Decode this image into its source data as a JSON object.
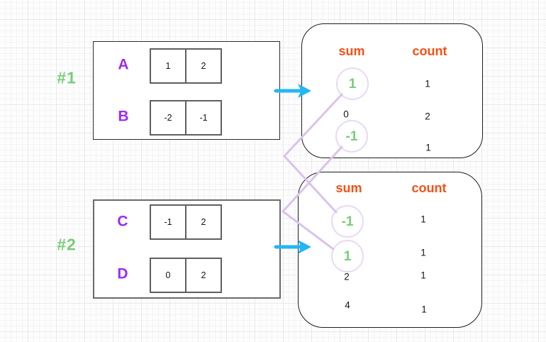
{
  "colors": {
    "green": "#76ce76",
    "purple": "#9c2bf2",
    "orange": "#fa4f15",
    "cyan": "#24b6f2",
    "lavender": "#d9c3ec",
    "circle": "#e8d9f5",
    "ink": "#141414"
  },
  "icons": {
    "arrow_right": "arrow-right"
  },
  "examples": [
    {
      "label": "#1",
      "arrays": [
        {
          "name": "A",
          "cells": [
            "1",
            "2"
          ]
        },
        {
          "name": "B",
          "cells": [
            "-2",
            "-1"
          ]
        }
      ],
      "result": {
        "headers": {
          "sum": "sum",
          "count": "count"
        },
        "rows": [
          {
            "sum": "1",
            "count": "1",
            "highlighted": true
          },
          {
            "sum": "0",
            "count": "2",
            "highlighted": false
          },
          {
            "sum": "-1",
            "count": "1",
            "highlighted": true
          }
        ]
      }
    },
    {
      "label": "#2",
      "arrays": [
        {
          "name": "C",
          "cells": [
            "-1",
            "2"
          ]
        },
        {
          "name": "D",
          "cells": [
            "0",
            "2"
          ]
        }
      ],
      "result": {
        "headers": {
          "sum": "sum",
          "count": "count"
        },
        "rows": [
          {
            "sum": "-1",
            "count": "1",
            "highlighted": true
          },
          {
            "sum": "1",
            "count": "1",
            "highlighted": true
          },
          {
            "sum": "2",
            "count": "1",
            "highlighted": false
          },
          {
            "sum": "4",
            "count": "1",
            "highlighted": false
          }
        ]
      }
    }
  ],
  "connections": [
    {
      "from": "example #1 sum 1",
      "to": "example #2 sum -1"
    },
    {
      "from": "example #1 sum -1",
      "to": "example #2 sum 1"
    }
  ]
}
